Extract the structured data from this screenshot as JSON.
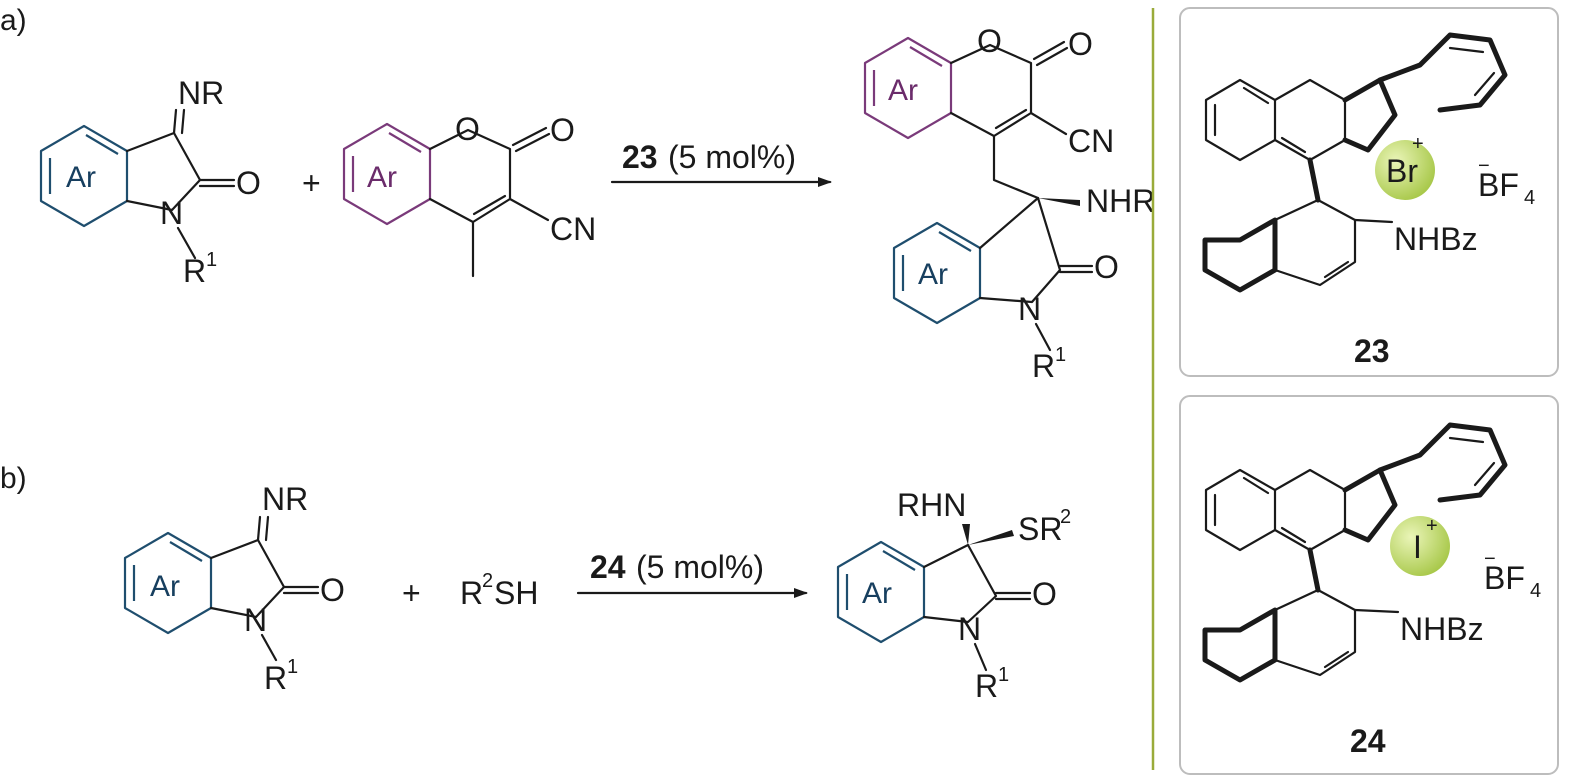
{
  "panel_a": {
    "label": "a)",
    "aryl": "Ar",
    "imine_nr": "NR",
    "carbonyl_o": "O",
    "ring_n": "N",
    "r_group": "R",
    "r_sup": "1",
    "plus": "+",
    "nitrile": "CN",
    "catalyst_num": "23",
    "catalyst_cond": "(5 mol%)",
    "product_nhr": "NHR"
  },
  "panel_b": {
    "label": "b)",
    "aryl": "Ar",
    "imine_nr": "NR",
    "carbonyl_o": "O",
    "ring_n": "N",
    "r_group": "R",
    "r_sup": "1",
    "plus": "+",
    "thiol_r": "R",
    "thiol_sup": "2",
    "thiol_sh": "SH",
    "catalyst_num": "24",
    "catalyst_cond": "(5 mol%)",
    "product_rhn": "RHN",
    "product_sr": "SR",
    "product_sr_sup": "2"
  },
  "catalyst_23": {
    "halogen": "Br",
    "charge": "+",
    "anion_charge": "−",
    "anion": "BF",
    "anion_sub": "4",
    "nhbz": "NHBz",
    "number": "23",
    "sphere_color": "#a8c84a"
  },
  "catalyst_24": {
    "halogen": "I",
    "charge": "+",
    "anion_charge": "−",
    "anion": "BF",
    "anion_sub": "4",
    "nhbz": "NHBz",
    "number": "24",
    "sphere_color": "#a8c84a"
  },
  "colors": {
    "isatin_aryl": "#1f4e6e",
    "coumarin_aryl": "#7a3a7a",
    "divider": "#9aab3a"
  }
}
